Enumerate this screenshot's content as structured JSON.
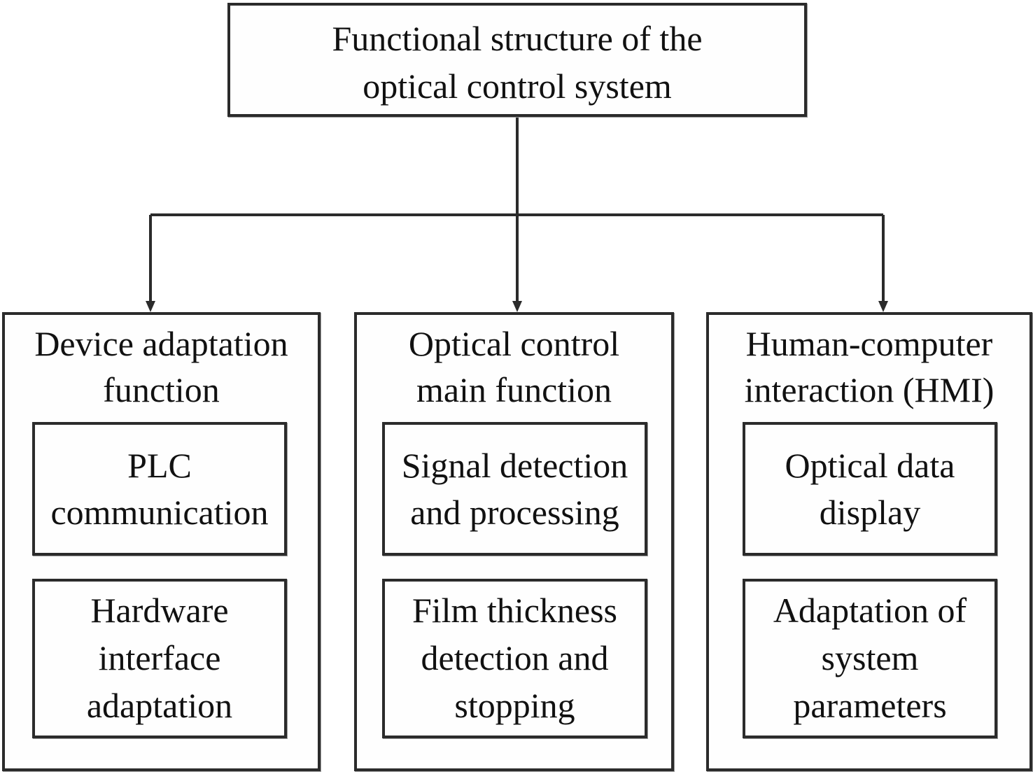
{
  "root": {
    "lines": [
      "Functional structure of the",
      "optical control system"
    ]
  },
  "branches": [
    {
      "title_lines": [
        "Device adaptation",
        "function"
      ],
      "children": [
        {
          "lines": [
            "PLC",
            "communication"
          ]
        },
        {
          "lines": [
            "Hardware",
            "interface",
            "adaptation"
          ]
        }
      ]
    },
    {
      "title_lines": [
        "Optical control",
        "main function"
      ],
      "children": [
        {
          "lines": [
            "Signal detection",
            "and processing"
          ]
        },
        {
          "lines": [
            "Film thickness",
            "detection and",
            "stopping"
          ]
        }
      ]
    },
    {
      "title_lines": [
        "Human-computer",
        "interaction (HMI)"
      ],
      "children": [
        {
          "lines": [
            "Optical data",
            "display"
          ]
        },
        {
          "lines": [
            "Adaptation of",
            "system",
            "parameters"
          ]
        }
      ]
    }
  ],
  "colors": {
    "stroke": "#2b2b2b",
    "text": "#111111",
    "background": "#ffffff"
  }
}
